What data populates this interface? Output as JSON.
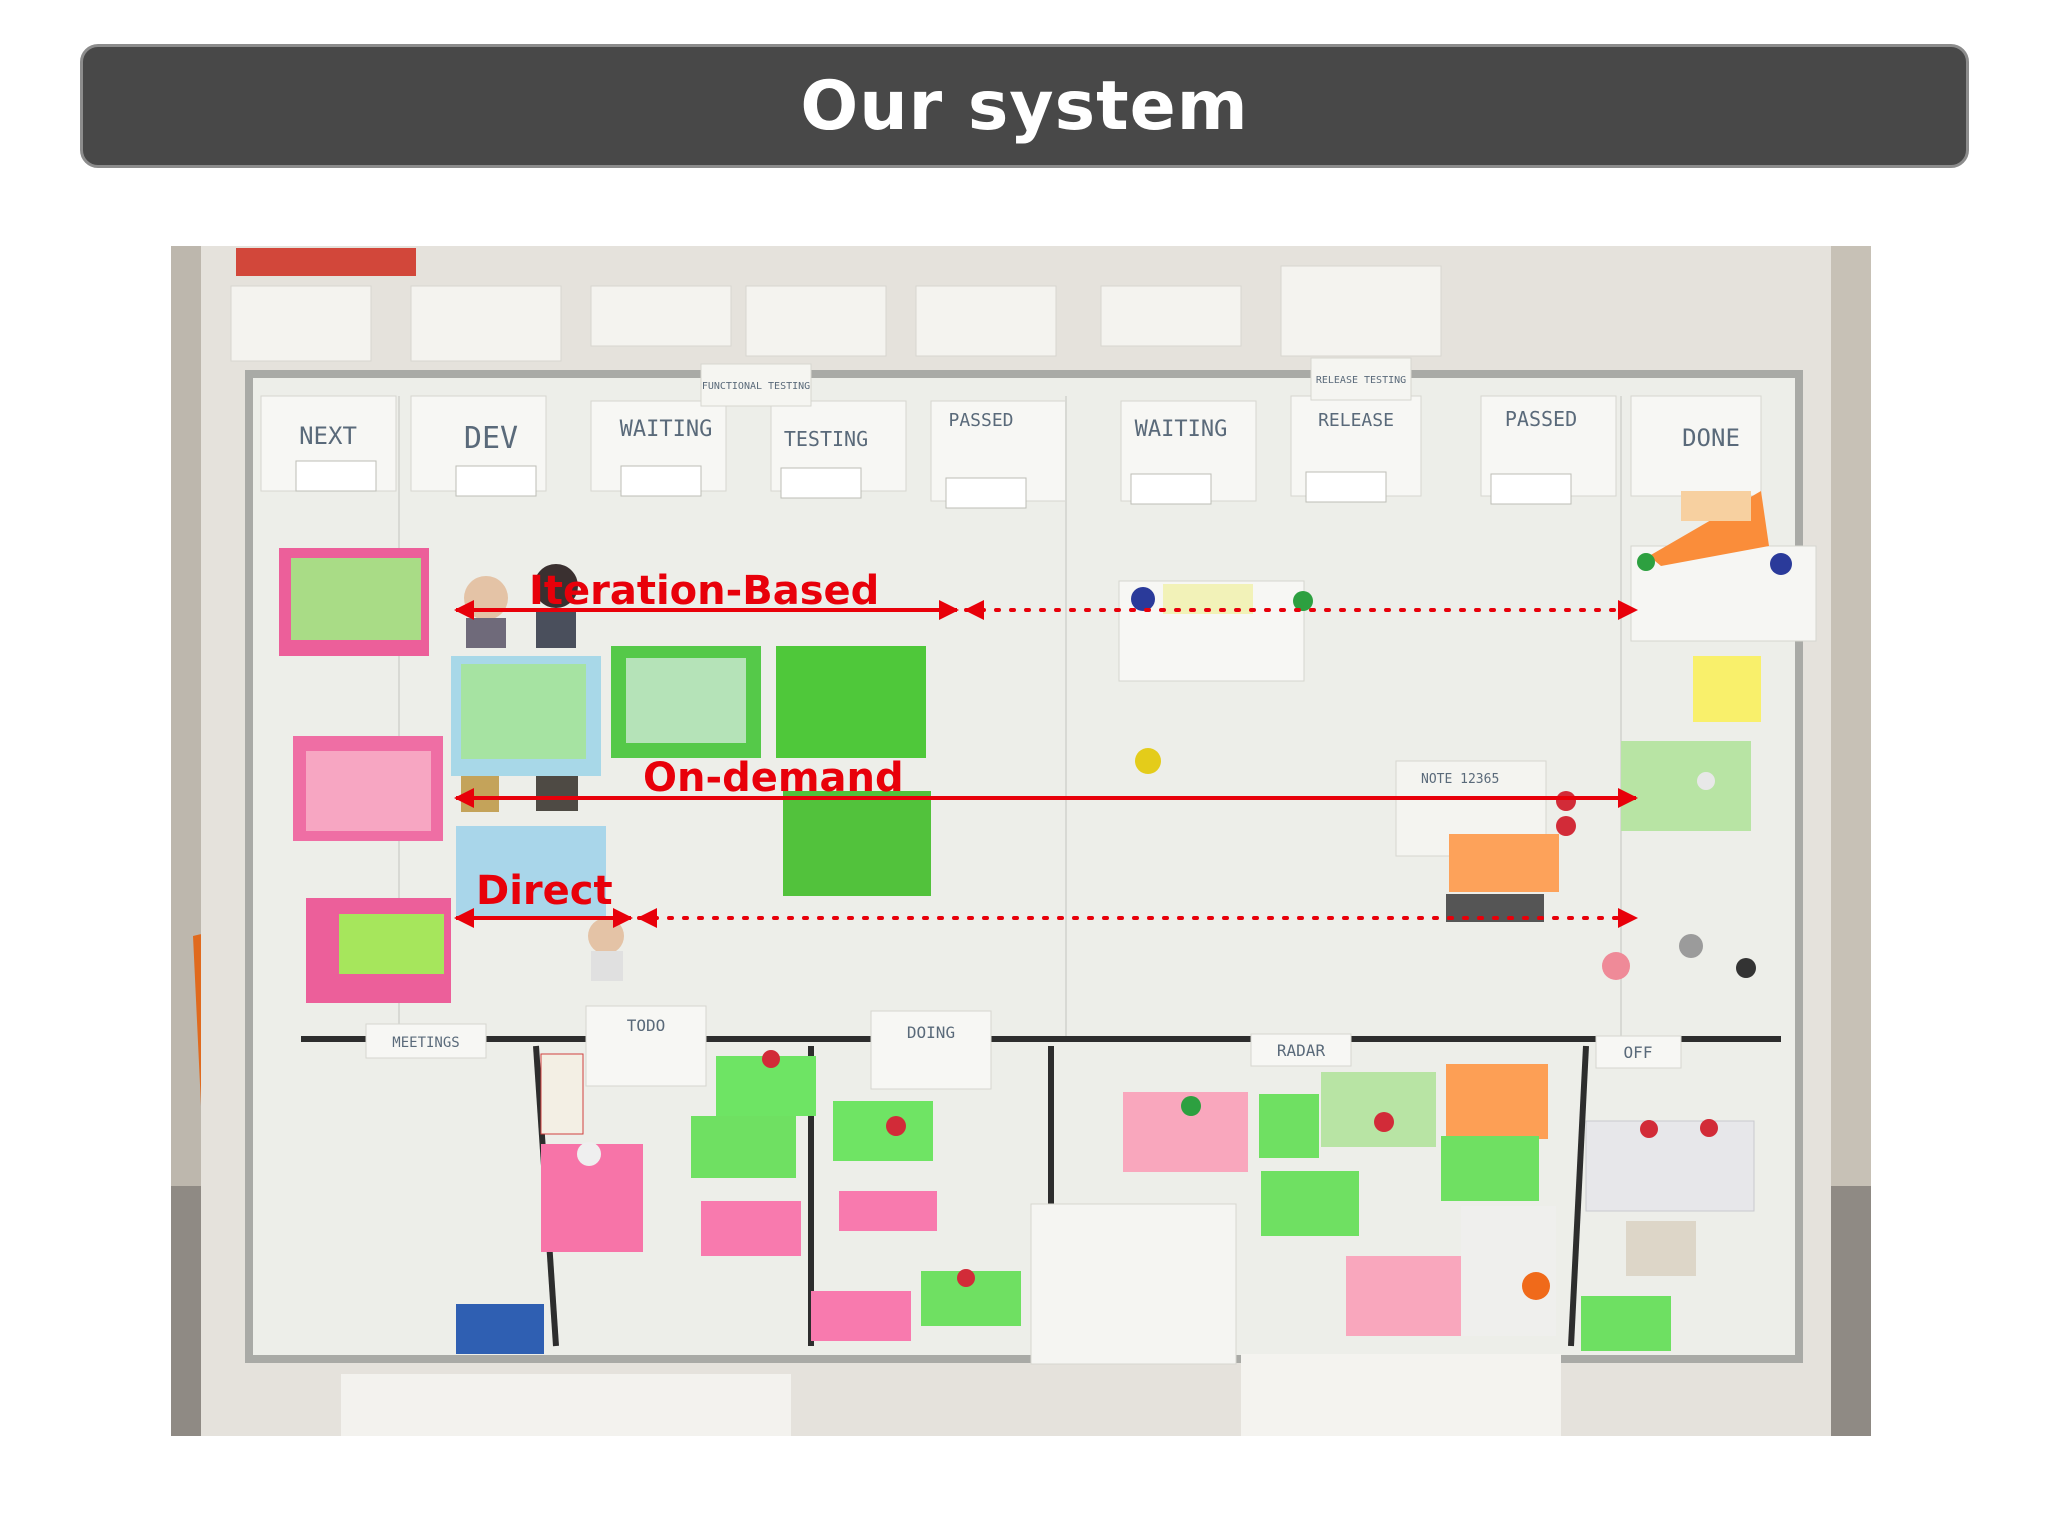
{
  "slide": {
    "title": "Our system"
  },
  "board": {
    "columns": [
      {
        "label": "NEXT",
        "color": "#d0342c"
      },
      {
        "label": "DEV",
        "color": "#2f5f8a"
      },
      {
        "label": "WAITING",
        "color": "#d0342c"
      },
      {
        "label": "TESTING",
        "color": "#3a8a8a"
      },
      {
        "label": "PASSED",
        "color": "#d0342c"
      },
      {
        "label": "WAITING",
        "color": "#d0342c"
      },
      {
        "label": "RELEASE",
        "color": "#3a8a8a"
      },
      {
        "label": "PASSED",
        "color": "#d0342c"
      },
      {
        "label": "DONE",
        "color": "#2a2a2a"
      }
    ],
    "group_labels": [
      "FUNCTIONAL TESTING",
      "RELEASE TESTING"
    ],
    "bottom_labels": [
      "MEETINGS",
      "TODO",
      "DOING",
      "RADAR",
      "OFF"
    ],
    "small_note": "NOTE 12365"
  },
  "annotations": {
    "iteration_based": "Iteration-Based",
    "on_demand": "On-demand",
    "direct": "Direct",
    "color": "#e8000a"
  }
}
